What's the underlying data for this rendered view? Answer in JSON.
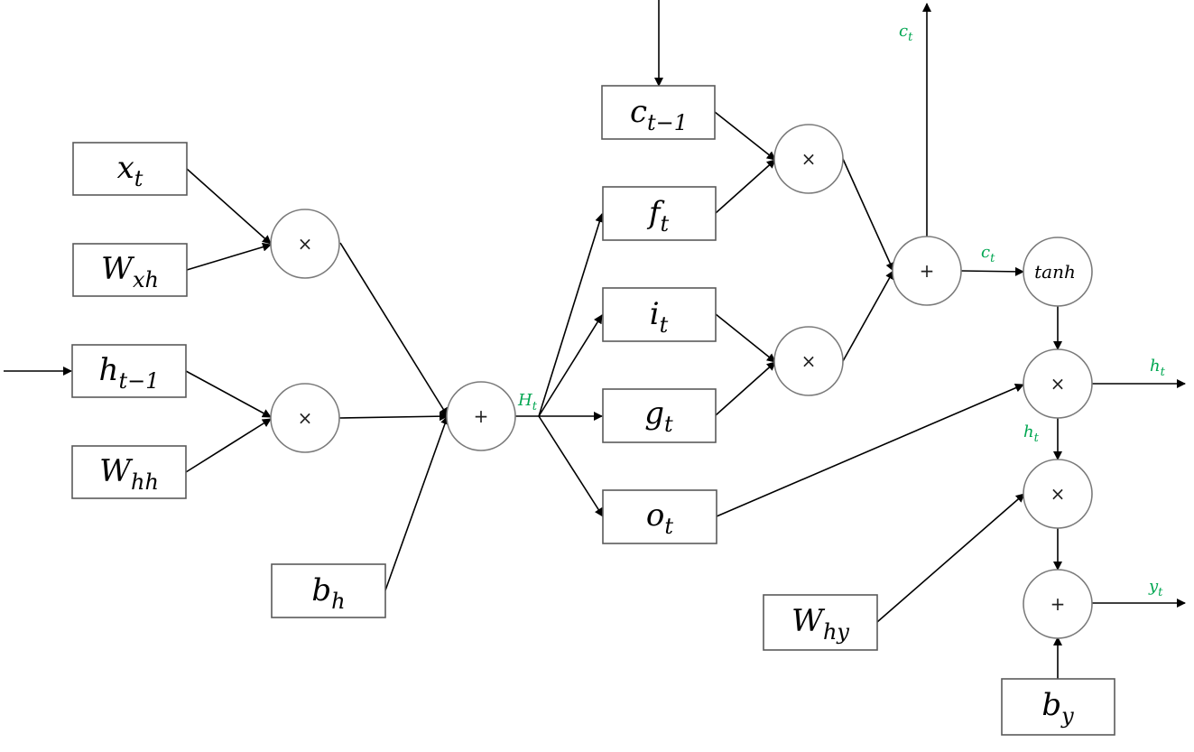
{
  "accent_color": "#00a651",
  "nodes": {
    "xt": {
      "base": "x",
      "sub": "t"
    },
    "wxh": {
      "base": "W",
      "sub": "xh"
    },
    "htm1": {
      "base": "h",
      "sub": "t−1"
    },
    "whh": {
      "base": "W",
      "sub": "hh"
    },
    "bh": {
      "base": "b",
      "sub": "h"
    },
    "ctm1": {
      "base": "c",
      "sub": "t−1"
    },
    "ft": {
      "base": "f",
      "sub": "t"
    },
    "it": {
      "base": "i",
      "sub": "t"
    },
    "gt": {
      "base": "g",
      "sub": "t"
    },
    "ot": {
      "base": "o",
      "sub": "t"
    },
    "why": {
      "base": "W",
      "sub": "hy"
    },
    "by": {
      "base": "b",
      "sub": "y"
    }
  },
  "operators": {
    "multiply": "×",
    "add": "+",
    "tanh": "tanh"
  },
  "edge_labels": {
    "Ht": {
      "base": "H",
      "sub": "t"
    },
    "ct_top": {
      "base": "c",
      "sub": "t"
    },
    "ct_mid": {
      "base": "c",
      "sub": "t"
    },
    "ht_out": {
      "base": "h",
      "sub": "t"
    },
    "ht_down": {
      "base": "h",
      "sub": "t"
    },
    "yt": {
      "base": "y",
      "sub": "t"
    }
  }
}
